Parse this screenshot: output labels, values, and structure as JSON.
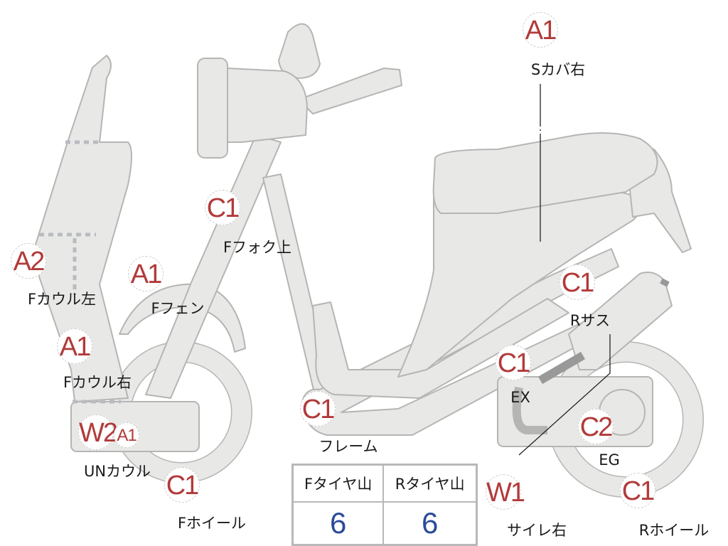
{
  "colors": {
    "part_fill": "#e8e8e6",
    "part_stroke": "#b5b5b3",
    "badge_text": "#b23a3a",
    "value_text": "#2a4a9a"
  },
  "damages": [
    {
      "code": "A1",
      "part": "Sカバ右"
    },
    {
      "code": "C1",
      "part": "Fフォク上"
    },
    {
      "code": "A2",
      "part": "Fカウル左"
    },
    {
      "code": "A1",
      "part": "Fフェン"
    },
    {
      "code": "C1",
      "part": "Rサス"
    },
    {
      "code": "A1",
      "part": "Fカウル右"
    },
    {
      "code": "C1",
      "part": "EX"
    },
    {
      "code": "C1",
      "part": "フレーム"
    },
    {
      "code": "W2",
      "code2": "A1",
      "part": "UNカウル"
    },
    {
      "code": "C2",
      "part": "EG"
    },
    {
      "code": "C1",
      "part": "Fホイール"
    },
    {
      "code": "W1",
      "part": "サイレ右"
    },
    {
      "code": "C1",
      "part": "Rホイール"
    }
  ],
  "tire_table": {
    "headers": [
      "Fタイヤ山",
      "Rタイヤ山"
    ],
    "values": [
      "6",
      "6"
    ]
  }
}
